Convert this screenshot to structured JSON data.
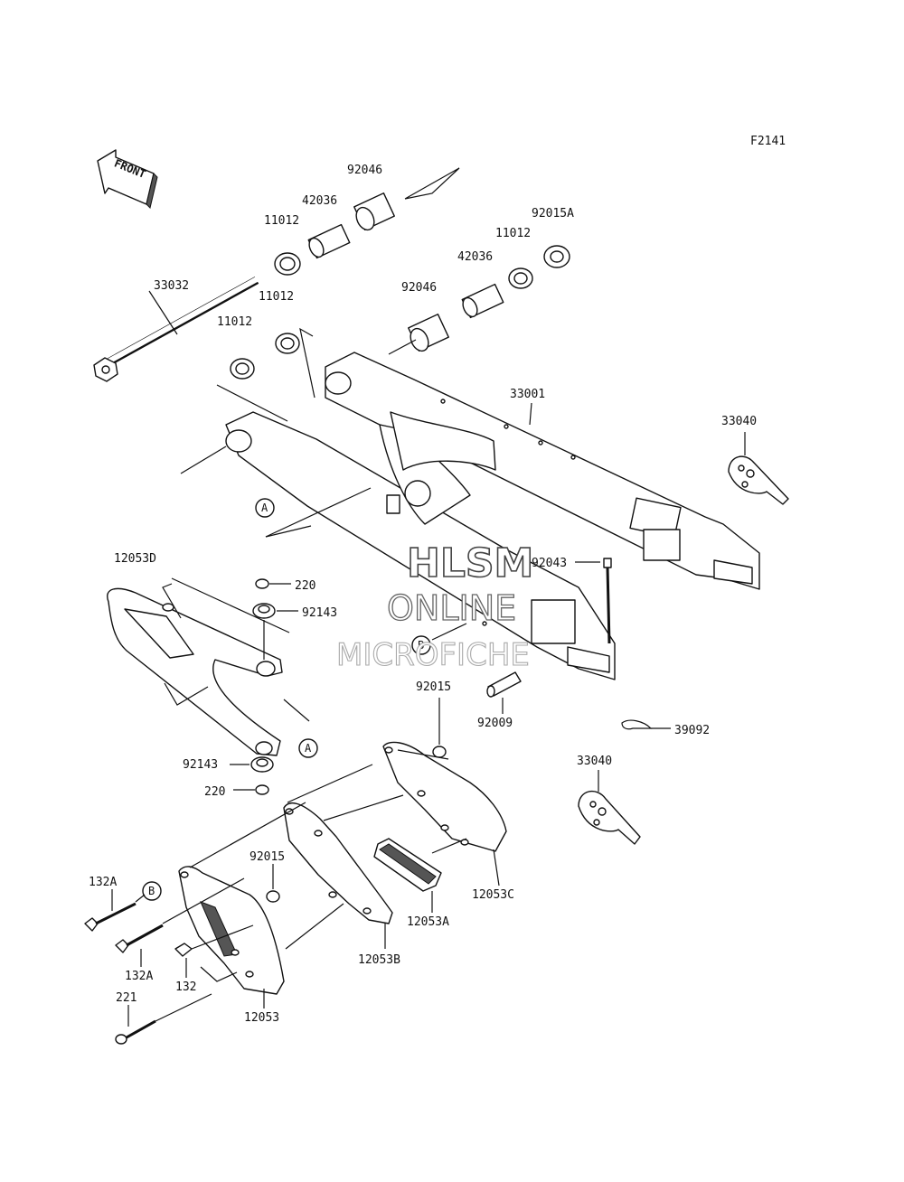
{
  "figure_code": "F2141",
  "front_label": "FRONT",
  "watermark": {
    "line1": "HLSM",
    "line2": "ONLINE",
    "line3": "MICROFICHE"
  },
  "callouts": {
    "a": "A",
    "b": "B"
  },
  "labels": [
    {
      "id": "92046_top",
      "text": "92046"
    },
    {
      "id": "42036_top",
      "text": "42036"
    },
    {
      "id": "11012_a",
      "text": "11012"
    },
    {
      "id": "92015a",
      "text": "92015A"
    },
    {
      "id": "11012_b",
      "text": "11012"
    },
    {
      "id": "42036_b",
      "text": "42036"
    },
    {
      "id": "33032",
      "text": "33032"
    },
    {
      "id": "11012_c",
      "text": "11012"
    },
    {
      "id": "92046_b",
      "text": "92046"
    },
    {
      "id": "11012_d",
      "text": "11012"
    },
    {
      "id": "33001",
      "text": "33001"
    },
    {
      "id": "33040_a",
      "text": "33040"
    },
    {
      "id": "12053d",
      "text": "12053D"
    },
    {
      "id": "220_a",
      "text": "220"
    },
    {
      "id": "92143_a",
      "text": "92143"
    },
    {
      "id": "92043",
      "text": "92043"
    },
    {
      "id": "92015_a",
      "text": "92015"
    },
    {
      "id": "92009",
      "text": "92009"
    },
    {
      "id": "39092",
      "text": "39092"
    },
    {
      "id": "92143_b",
      "text": "92143"
    },
    {
      "id": "220_b",
      "text": "220"
    },
    {
      "id": "33040_b",
      "text": "33040"
    },
    {
      "id": "92015_b",
      "text": "92015"
    },
    {
      "id": "132a_a",
      "text": "132A"
    },
    {
      "id": "12053c",
      "text": "12053C"
    },
    {
      "id": "12053a",
      "text": "12053A"
    },
    {
      "id": "132a_b",
      "text": "132A"
    },
    {
      "id": "132",
      "text": "132"
    },
    {
      "id": "12053b",
      "text": "12053B"
    },
    {
      "id": "221",
      "text": "221"
    },
    {
      "id": "12053",
      "text": "12053"
    }
  ]
}
